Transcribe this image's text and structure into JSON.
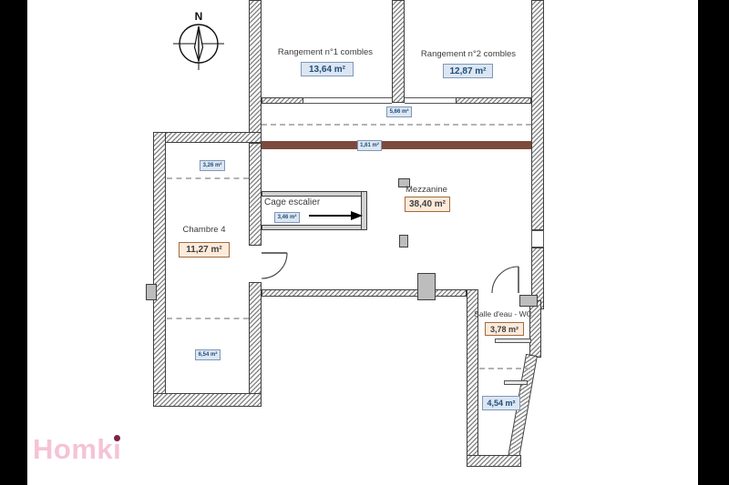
{
  "logo": {
    "text_main": "Homk",
    "text_i": "i",
    "color": "#f5c3d6",
    "dot_color": "#7b2346"
  },
  "compass": {
    "label": "N"
  },
  "rooms": {
    "rangement1": {
      "name": "Rangement n°1 combles",
      "area": "13,64 m²"
    },
    "rangement2": {
      "name": "Rangement n°2 combles",
      "area": "12,87 m²"
    },
    "chambre4": {
      "name": "Chambre 4",
      "area": "11,27 m²"
    },
    "mezzanine": {
      "name": "Mezzanine",
      "area": "38,40 m²"
    },
    "cage_escalier": {
      "name": "Cage escalier",
      "area": "3,46 m²"
    },
    "salle_deau": {
      "name": "Salle d'eau - WC",
      "area": "3,78 m²"
    }
  },
  "measurements": {
    "landing_strip": "5,66 m²",
    "beam_strip": "1,61 m²",
    "chambre_upper": "3,26 m²",
    "chambre_lower": "6,54 m²",
    "wc_lower": "4,54 m²"
  },
  "colors": {
    "beam": "#7c4a3c",
    "badge_blue_bg": "#dce6f2",
    "badge_orange_bg": "#fdeada",
    "wall_hatch": "#8a8a8a"
  }
}
